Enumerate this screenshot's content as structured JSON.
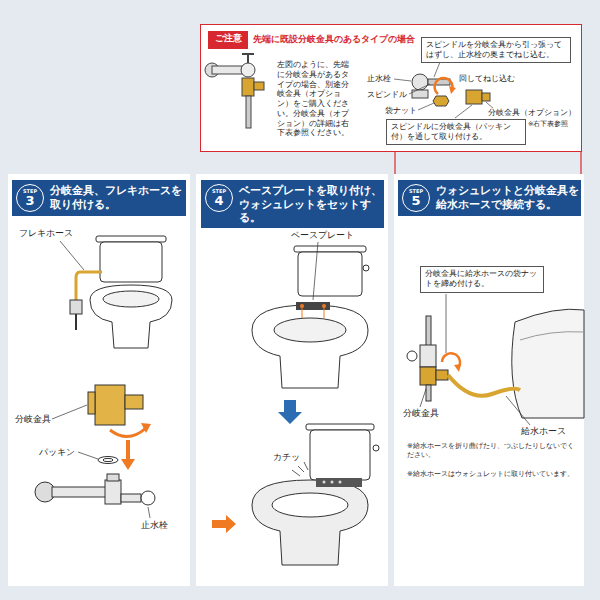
{
  "diagram": {
    "nodes": [
      {
        "text": [
          "先端に既設分岐金具のあるタイプの場合"
        ]
      },
      {
        "text": [
          "ご注意"
        ],
        "in": 0
      },
      {
        "text": [
          "スピンドルを分岐金具から引っ張ってはずし、止水栓の奥までねじ込む。"
        ],
        "in": 0
      },
      {
        "text": [
          "スピンドルに分岐金具（パッキン付）を通して取り付ける。"
        ],
        "in": 0
      },
      {
        "text": [
          "分岐金具、フレキホースを取り付ける。"
        ]
      },
      {
        "text": [
          "STEP",
          "3"
        ],
        "in": 4
      },
      {
        "text": [
          "ベースプレートを取り付け、ウォシュレットをセットする。"
        ]
      },
      {
        "text": [
          "STEP",
          "4"
        ],
        "in": 6
      },
      {
        "text": [
          "ウォシュレットと分岐金具を給水ホースで接続する。"
        ]
      },
      {
        "text": [
          "STEP",
          "5"
        ],
        "in": 8
      },
      {
        "text": [
          "分岐金具に給水ホースの袋ナットを締め付ける。"
        ]
      }
    ],
    "labels": [
      "左図のように、先端に分岐金具があるタイプの場合、別途分岐金具（オプション）をご購入ください。分岐金具（オプション）の詳細は右下表参照ください。",
      "止水栓",
      "回してねじ込む",
      "スピンドル",
      "袋ナット",
      "分岐金具（オプション）",
      "※右下表参照",
      "フレキホース",
      "分岐金具",
      "パッキン",
      "止水栓",
      "ベースプレート",
      "カチッ",
      "分岐金具",
      "給水ホース",
      "※給水ホースを折り曲げたり、つぶしたりしないでください。",
      "※給水ホースはウォシュレットに取り付いています。"
    ]
  }
}
